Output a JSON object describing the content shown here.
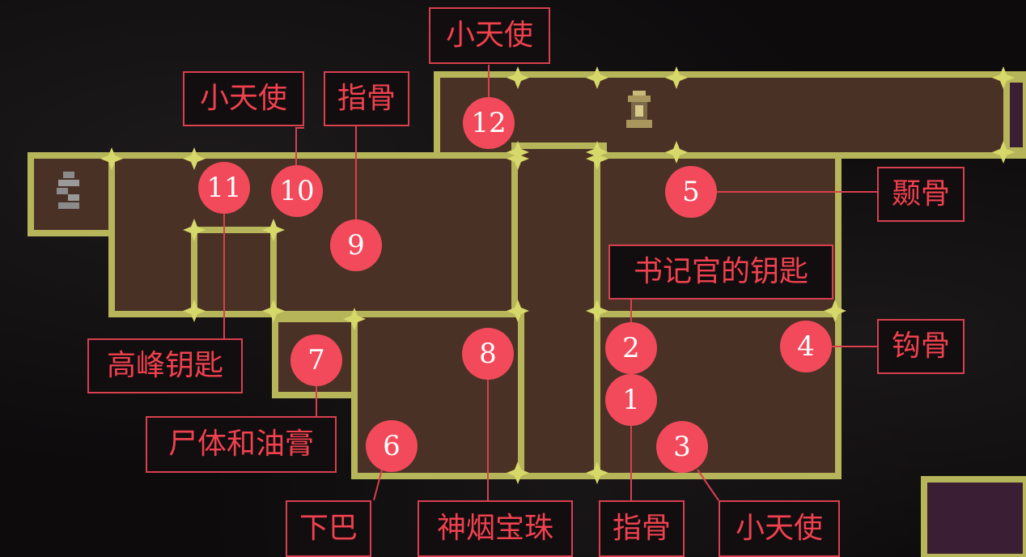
{
  "colors": {
    "background": "#0d0b0c",
    "room_floor": "#4a3126",
    "wall_border": "#b7b55a",
    "wall_joint": "#d7d86a",
    "marker_fill": "#f24a5a",
    "label_border": "#d8404e",
    "label_text": "#f0414f",
    "leader_line": "#d8404e",
    "purple_room": "#3a1e33"
  },
  "icons": {
    "bottle": "bottle-icon",
    "shrine": "shrine-icon"
  },
  "markers": [
    {
      "id": "1",
      "text": "1"
    },
    {
      "id": "2",
      "text": "2"
    },
    {
      "id": "3",
      "text": "3"
    },
    {
      "id": "4",
      "text": "4"
    },
    {
      "id": "5",
      "text": "5"
    },
    {
      "id": "6",
      "text": "6"
    },
    {
      "id": "7",
      "text": "7"
    },
    {
      "id": "8",
      "text": "8"
    },
    {
      "id": "9",
      "text": "9"
    },
    {
      "id": "10",
      "text": "10"
    },
    {
      "id": "11",
      "text": "11"
    },
    {
      "id": "12",
      "text": "12"
    }
  ],
  "labels": {
    "m1": "指骨",
    "m2": "书记官的钥匙",
    "m3": "小天使",
    "m4": "钩骨",
    "m5": "颞骨",
    "m6": "下巴",
    "m7": "尸体和油膏",
    "m8": "神烟宝珠",
    "m9": "指骨",
    "m10": "小天使",
    "m11": "高峰钥匙",
    "m12": "小天使"
  }
}
